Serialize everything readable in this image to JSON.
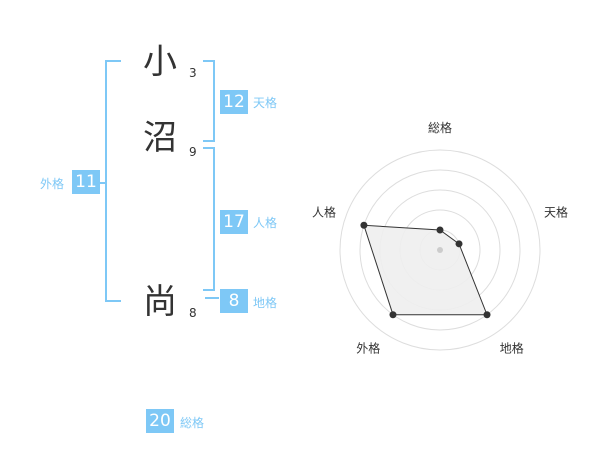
{
  "name": {
    "characters": [
      {
        "char": "小",
        "strokes": "3"
      },
      {
        "char": "沼",
        "strokes": "9"
      },
      {
        "char": "尚",
        "strokes": "8"
      }
    ]
  },
  "fortunes": {
    "tenkaku": {
      "value": "12",
      "label": "天格"
    },
    "jinkaku": {
      "value": "17",
      "label": "人格"
    },
    "chikaku": {
      "value": "8",
      "label": "地格"
    },
    "gaikaku": {
      "value": "11",
      "label": "外格"
    },
    "soukaku": {
      "value": "20",
      "label": "総格"
    }
  },
  "colors": {
    "accent": "#7ec8f6",
    "text": "#333333",
    "grid": "#dddddd",
    "fill": "#eeeeee"
  },
  "chart_data": {
    "type": "radar",
    "axes": [
      "総格",
      "天格",
      "地格",
      "外格",
      "人格"
    ],
    "levels": 5,
    "values": [
      1,
      1,
      4,
      4,
      4
    ],
    "max": 5
  }
}
